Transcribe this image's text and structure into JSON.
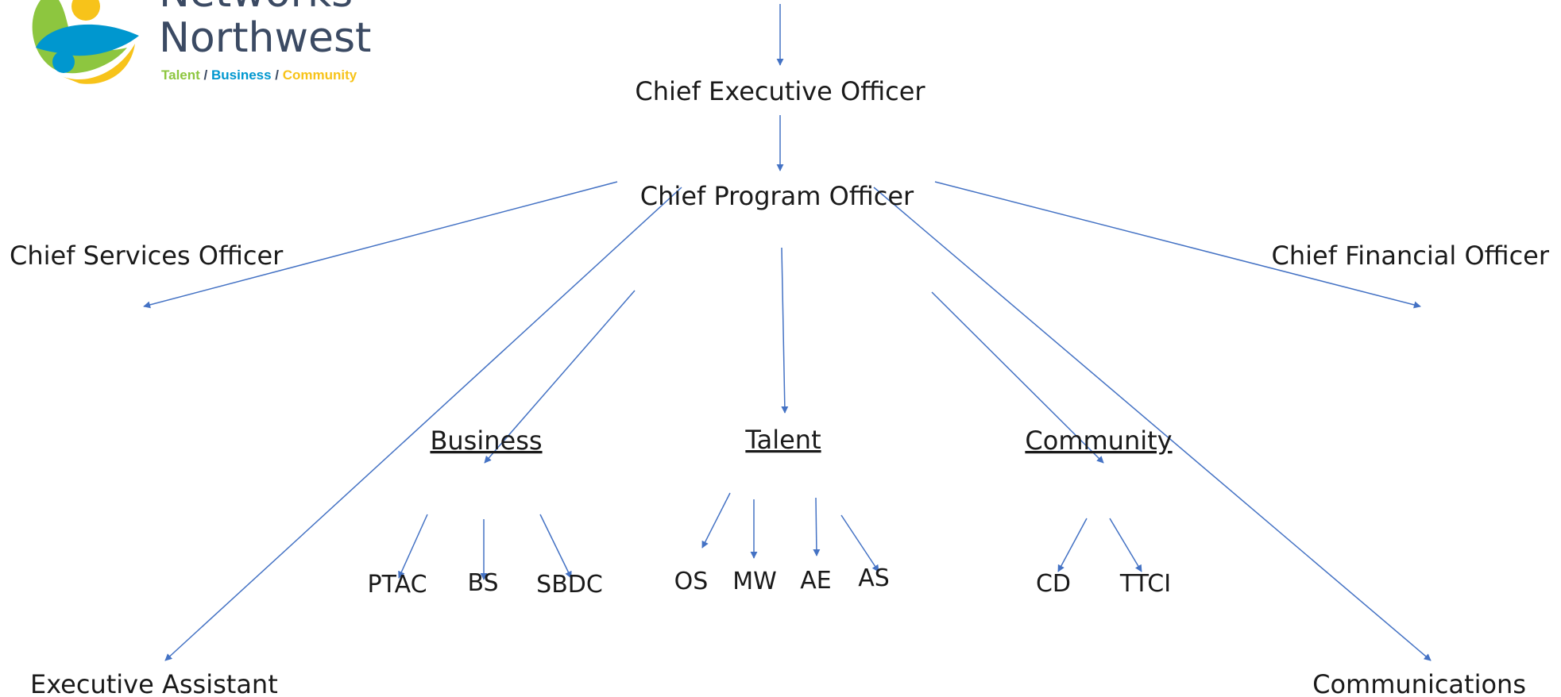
{
  "logo": {
    "line1": "Networks",
    "line2": "Northwest",
    "tag_talent": "Talent",
    "tag_sep1": " / ",
    "tag_business": "Business",
    "tag_sep2": " / ",
    "tag_community": "Community",
    "colors": {
      "green": "#8dc63f",
      "blue": "#0097cf",
      "yellow": "#f7c31a",
      "navy": "#3b4a63"
    }
  },
  "org_chart": {
    "ceo": "Chief Executive Officer",
    "cpo": "Chief Program Officer",
    "cso": "Chief Services Officer",
    "cfo": "Chief Financial Officer",
    "business": "Business",
    "talent": "Talent",
    "community": "Community",
    "executive_assistant": "Executive Assistant",
    "communications": "Communications",
    "business_units": [
      "PTAC",
      "BS",
      "SBDC"
    ],
    "talent_units": [
      "OS",
      "MW",
      "AE",
      "AS"
    ],
    "community_units": [
      "CD",
      "TTCI"
    ]
  },
  "colors": {
    "arrow": "#4472c4",
    "text": "#1a1a1a"
  }
}
